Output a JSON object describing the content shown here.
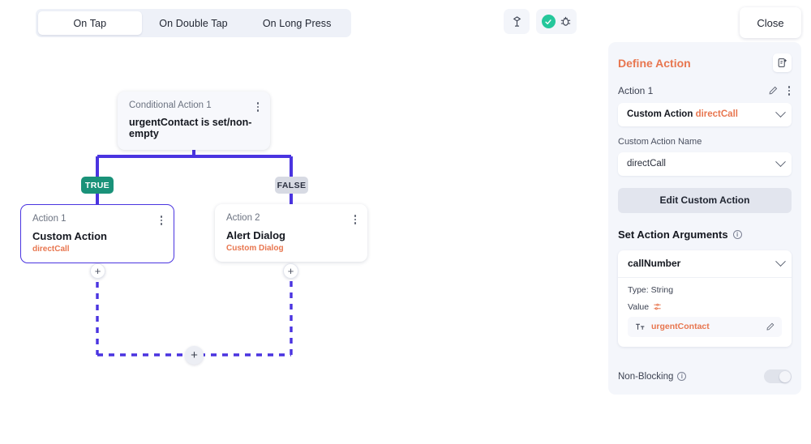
{
  "tabs": [
    {
      "label": "On Tap",
      "active": true
    },
    {
      "label": "On Double Tap",
      "active": false
    },
    {
      "label": "On Long Press",
      "active": false
    }
  ],
  "toolbar": {
    "flag_icon": "flag-icon",
    "check_icon": "check-circle-icon",
    "bug_icon": "bug-icon",
    "close_label": "Close"
  },
  "flow": {
    "conditional": {
      "sub": "Conditional Action 1",
      "title": "urgentContact is set/non-empty",
      "menu_icon": "kebab-menu-icon"
    },
    "branches": {
      "true_label": "TRUE",
      "false_label": "FALSE",
      "true_color": "#1a9279",
      "false_color": "#d7dae3",
      "line_color": "#4a34e0"
    },
    "true_node": {
      "sub": "Action 1",
      "title": "Custom Action",
      "meta": "directCall",
      "menu_icon": "kebab-menu-icon"
    },
    "false_node": {
      "sub": "Action 2",
      "title": "Alert Dialog",
      "meta": "Custom Dialog",
      "menu_icon": "kebab-menu-icon"
    },
    "add_symbol": "+"
  },
  "panel": {
    "title": "Define Action",
    "header_icon": "note-add-icon",
    "action_label": "Action 1",
    "edit_icon": "pencil-icon",
    "menu_icon": "kebab-menu-icon",
    "action_type_prefix": "Custom Action",
    "action_type_value": "directCall",
    "custom_action_name_label": "Custom Action Name",
    "custom_action_name_value": "directCall",
    "edit_custom_action_label": "Edit Custom Action",
    "set_action_arguments_label": "Set Action Arguments",
    "info_icon": "info-icon",
    "argument": {
      "name": "callNumber",
      "type_label": "Type: String",
      "value_label": "Value",
      "value_settings_icon": "settings-sliders-icon",
      "value_type_icon": "text-format-icon",
      "value": "urgentContact",
      "value_edit_icon": "pencil-icon"
    },
    "non_blocking_label": "Non-Blocking",
    "non_blocking_enabled": false
  },
  "colors": {
    "accent_orange": "#e8764f",
    "flow_blue": "#4a34e0",
    "teal": "#1a9279",
    "panel_bg": "#f4f6fb"
  }
}
